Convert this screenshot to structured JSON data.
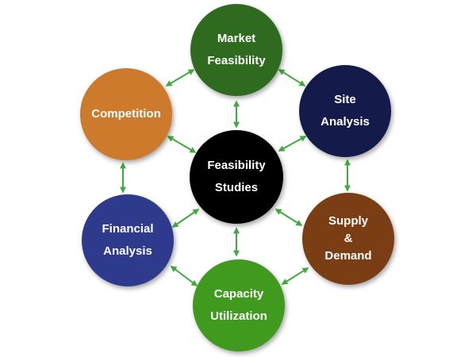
{
  "diagram": {
    "center": {
      "lines": [
        "Feasibility",
        "Studies"
      ],
      "color": "#000000"
    },
    "nodes": [
      {
        "id": "market",
        "lines": [
          "Market",
          "Feasibility"
        ],
        "color": "#2e6b1f"
      },
      {
        "id": "site",
        "lines": [
          "Site",
          "Analysis"
        ],
        "color": "#141a4a"
      },
      {
        "id": "supply",
        "lines": [
          "Supply",
          "&",
          "Demand"
        ],
        "color": "#7a3d14"
      },
      {
        "id": "capacity",
        "lines": [
          "Capacity",
          "Utilization"
        ],
        "color": "#3f9a1e"
      },
      {
        "id": "financial",
        "lines": [
          "Financial",
          "Analysis"
        ],
        "color": "#2e3a8c"
      },
      {
        "id": "competition",
        "lines": [
          "Competition"
        ],
        "color": "#cd7a2d"
      }
    ],
    "arrow_color": "#3faa3f"
  }
}
